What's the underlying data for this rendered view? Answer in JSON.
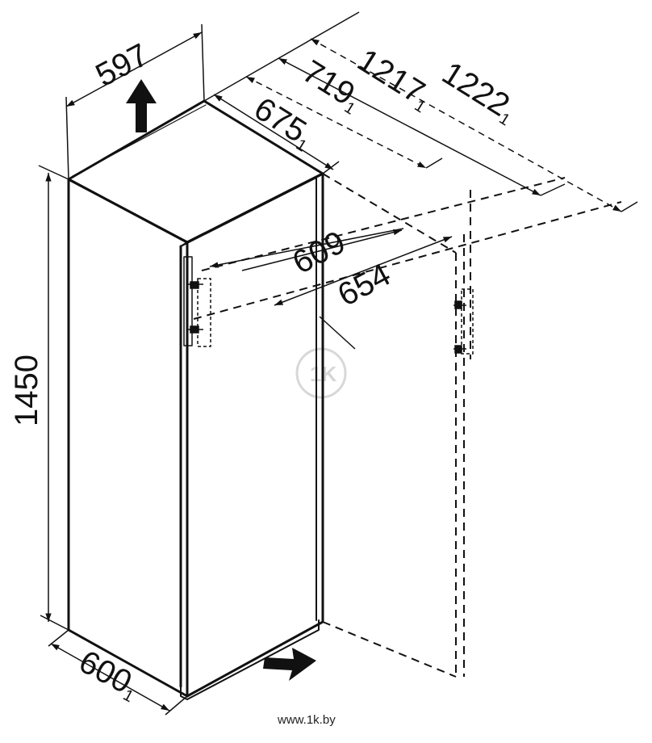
{
  "dimensions": {
    "width_top": "597",
    "depth_675": "675",
    "depth_719": "719",
    "depth_1217": "1217",
    "depth_1222": "1222",
    "height": "1450",
    "width_bottom": "600",
    "depth_609": "609",
    "depth_654": "654",
    "footnote_mark": "1"
  },
  "watermark": {
    "url": "www.1k.by",
    "logo": "1K"
  },
  "colors": {
    "line": "#111111",
    "watermark": "#d6d6d6"
  }
}
